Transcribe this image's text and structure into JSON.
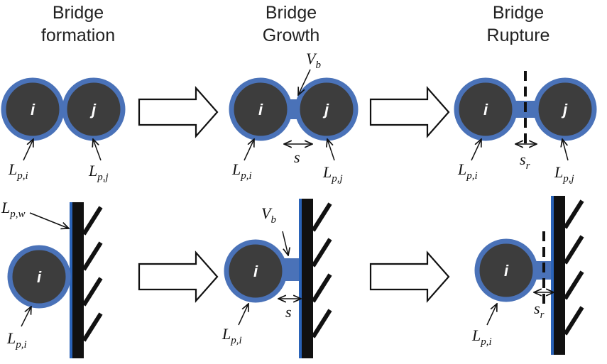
{
  "columns": [
    {
      "line1": "Bridge",
      "line2": "formation"
    },
    {
      "line1": "Bridge",
      "line2": "Growth"
    },
    {
      "line1": "Bridge",
      "line2": "Rupture"
    }
  ],
  "particles": {
    "i": "i",
    "j": "j"
  },
  "labels": {
    "L": "L",
    "p_i": "p,i",
    "p_j": "p,j",
    "p_w": "p,w",
    "V": "V",
    "b": "b",
    "s": "s",
    "r": "r"
  },
  "colors": {
    "particle_fill": "#3d3d3d",
    "particle_rim": "#4a72b8",
    "wall": "#111111",
    "wall_edge": "#2a63b8"
  }
}
